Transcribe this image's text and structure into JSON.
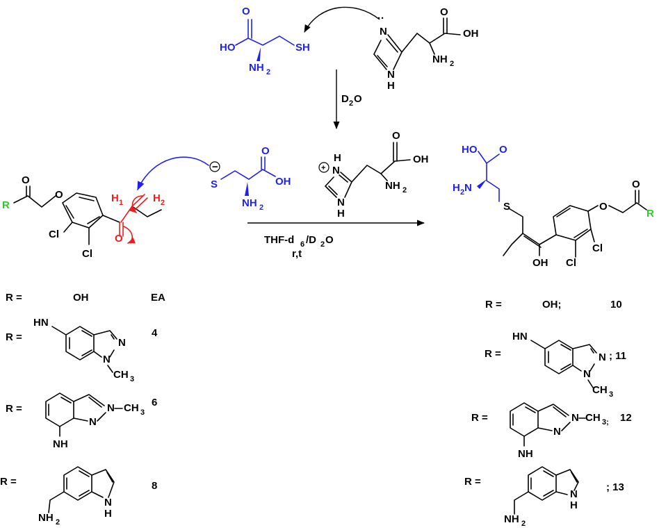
{
  "colors": {
    "cysteine": "#1f1ff0",
    "michael_acceptor": "#ee1c1c",
    "r_group": "#2ec82e",
    "default": "#000000"
  },
  "labels": {
    "cys_top": {
      "ho": "HO",
      "o": "O",
      "sh": "SH",
      "nh2": "NH",
      "nh2_sub": "2"
    },
    "his_top": {
      "n": "N",
      "n_h": "N",
      "h": "H",
      "oh": "OH",
      "o": "O",
      "nh2": "NH",
      "nh2_sub": "2",
      "lone_pair": "··"
    },
    "d2o": {
      "d": "D",
      "sub": "2",
      "o": "O"
    },
    "his_protonated": {
      "n_plus": "N",
      "h_top": "H",
      "n_bottom": "N",
      "h_bottom": "H",
      "oh": "OH",
      "o": "O",
      "nh2": "NH",
      "nh2_sub": "2",
      "plus": "+"
    },
    "cys_thiolate": {
      "s": "S",
      "minus": "−",
      "oh": "OH",
      "o": "O",
      "nh2": "NH",
      "nh2_sub": "2"
    },
    "reactant": {
      "r": "R",
      "o_top": "O",
      "o_ether": "O",
      "cl1": "Cl",
      "cl2": "Cl",
      "h1": "H",
      "h1_sub": "1",
      "h2": "H",
      "h2_sub": "2",
      "o_carbonyl": "O"
    },
    "conditions": {
      "line1_a": "THF-d",
      "line1_sub": "6",
      "line1_b": "/D",
      "line1_sub2": "2",
      "line1_c": "O",
      "line2": "r,t"
    },
    "product": {
      "ho": "HO",
      "o": "O",
      "h2n": "H",
      "h2n_sub": "2",
      "h2n_n": "N",
      "s": "S",
      "o_ether": "O",
      "o_top": "O",
      "r": "R",
      "oh": "OH",
      "cl1": "Cl",
      "cl2": "Cl"
    },
    "left_table": {
      "row0": {
        "r": "R =",
        "val": "OH",
        "id": "EA"
      },
      "row1": {
        "r": "R =",
        "hn": "HN",
        "n1": "N",
        "n2": "N",
        "ch3": "CH",
        "ch3_sub": "3",
        "id": "4"
      },
      "row2": {
        "r": "R =",
        "n1": "N",
        "n2": "N",
        "ch3": "CH",
        "ch3_sub": "3",
        "nh": "NH",
        "id": "6"
      },
      "row3": {
        "r": "R =",
        "nh": "N",
        "nh_h": "H",
        "nh2": "NH",
        "nh2_sub": "2",
        "id": "8"
      }
    },
    "right_table": {
      "row0": {
        "r": "R =",
        "val": "OH;",
        "id": "10"
      },
      "row1": {
        "r": "R =",
        "hn": "HN",
        "n1": "N",
        "n2": "N",
        "ch3": "CH",
        "ch3_sub": "3",
        "id": ";   11"
      },
      "row2": {
        "r": "R =",
        "n1": "N",
        "n2": "N",
        "ch3": "CH",
        "ch3_sub": "3;",
        "nh": "NH",
        "id": "12"
      },
      "row3": {
        "r": "R =",
        "nh": "N",
        "nh_h": "H",
        "nh2": "NH",
        "nh2_sub": "2",
        "id": "; 13"
      }
    }
  }
}
